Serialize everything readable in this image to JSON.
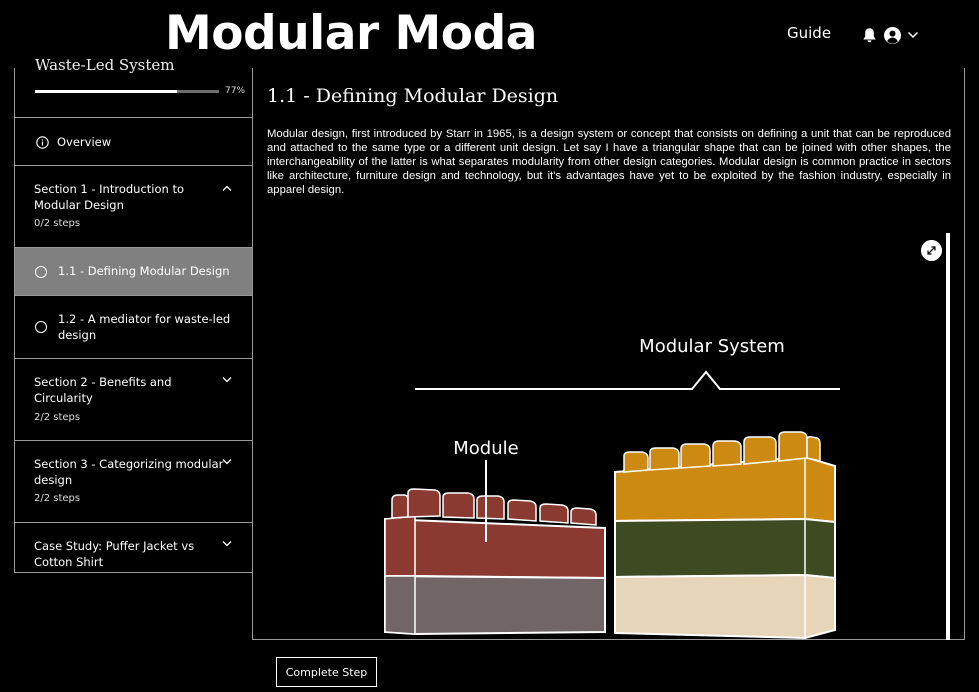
{
  "header": {
    "brand": "Modular Moda",
    "nav_guide": "Guide",
    "icons": [
      "bell-icon",
      "user-avatar-icon",
      "chevron-down-icon"
    ]
  },
  "sidebar": {
    "course_name": "Waste-Led System",
    "progress_percent": 77,
    "progress_label": "77%",
    "overview": "Overview",
    "sections": [
      {
        "title_line1": "Section 1 - Introduction to",
        "title_line2": "Modular Design",
        "steps": "0/2 steps",
        "expanded": true
      },
      {
        "title_line1": "Section 2 - Benefits and",
        "title_line2": "Circularity",
        "steps": "2/2 steps",
        "expanded": false
      },
      {
        "title_line1": "Section 3 - Categorizing modular",
        "title_line2": "design",
        "steps": "2/2 steps",
        "expanded": false
      },
      {
        "title_line1": "Case Study: Puffer Jacket vs",
        "title_line2": "Cotton Shirt",
        "expanded": false
      }
    ],
    "lessons": [
      {
        "label": "1.1 - Defining Modular Design",
        "active": true
      },
      {
        "label_line1": "1.2 - A mediator for waste-led",
        "label_line2": "design",
        "active": false
      }
    ]
  },
  "main": {
    "title": "1.1 - Defining Modular Design",
    "body": "Modular design, first introduced by Starr in 1965, is a design system or concept that consists on defining a unit that can be reproduced and attached to the same type or a different unit design. Let say I have a triangular shape that can be joined with other shapes, the interchangeability of the latter is what separates modularity from other design categories. Modular design is common practice in sectors like architecture, furniture design and technology, but it's advantages have yet to be exploited by the fashion industry, especially in apparel design.",
    "diagram": {
      "label_system": "Modular System",
      "label_module": "Module",
      "colors": {
        "module_top": "#8a3a30",
        "module_bottom": "#716665",
        "system_top": "#cc8a12",
        "system_mid": "#3d4a22",
        "system_bottom": "#e6d5b8"
      }
    },
    "complete_button": "Complete Step"
  }
}
